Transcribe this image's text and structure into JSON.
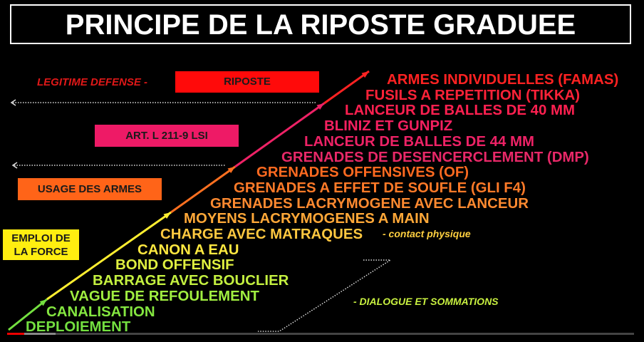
{
  "title": "PRINCIPE DE LA RIPOSTE GRADUEE",
  "left_labels": {
    "legitime_defense": "LEGITIME DEFENSE -",
    "riposte": "RIPOSTE",
    "art": "ART. L 211-9 LSI",
    "usage_armes": "USAGE DES ARMES",
    "emploi_force": [
      "EMPLOI DE",
      "LA FORCE"
    ]
  },
  "annotations": {
    "contact": "- contact physique",
    "dialogue": "- DIALOGUE ET SOMMATIONS"
  },
  "steps": [
    {
      "label": "ARMES INDIVIDUELLES (FAMAS)",
      "color": "#ff2222"
    },
    {
      "label": "FUSILS A REPETITION (TIKKA)",
      "color": "#ff2238"
    },
    {
      "label": "LANCEUR DE BALLES DE 40 MM",
      "color": "#ff2050"
    },
    {
      "label": "BLINIZ ET GUNPIZ",
      "color": "#f52060"
    },
    {
      "label": "LANCEUR DE BALLES DE 44 MM",
      "color": "#ee2266"
    },
    {
      "label": "GRENADES DE DESENCERCLEMENT (DMP)",
      "color": "#e82868"
    },
    {
      "label": "GRENADES OFFENSIVES (OF)",
      "color": "#ff6a20"
    },
    {
      "label": "GRENADES A EFFET DE SOUFLE (GLI F4)",
      "color": "#ff7a28"
    },
    {
      "label": "GRENADES LACRYMOGENE AVEC LANCEUR",
      "color": "#ff8a30"
    },
    {
      "label": "MOYENS LACRYMOGENES A MAIN",
      "color": "#ffa838"
    },
    {
      "label": "CHARGE AVEC MATRAQUES",
      "color": "#ffc840"
    },
    {
      "label": "CANON A EAU",
      "color": "#ffe840"
    },
    {
      "label": "BOND OFFENSIF",
      "color": "#e0f040"
    },
    {
      "label": "BARRAGE AVEC BOUCLIER",
      "color": "#c4f040"
    },
    {
      "label": "VAGUE DE REFOULEMENT",
      "color": "#a0ee40"
    },
    {
      "label": "CANALISATION",
      "color": "#84e640"
    },
    {
      "label": "DEPLOIEMENT",
      "color": "#74e040"
    }
  ],
  "colors": {
    "riposte": "#ff0a0a",
    "art": "#ee1a66",
    "usage": "#ff6418",
    "force": "#ffee10",
    "legitime": "#e01818",
    "contact": "#ffd040",
    "dialogue": "#c8f040"
  }
}
